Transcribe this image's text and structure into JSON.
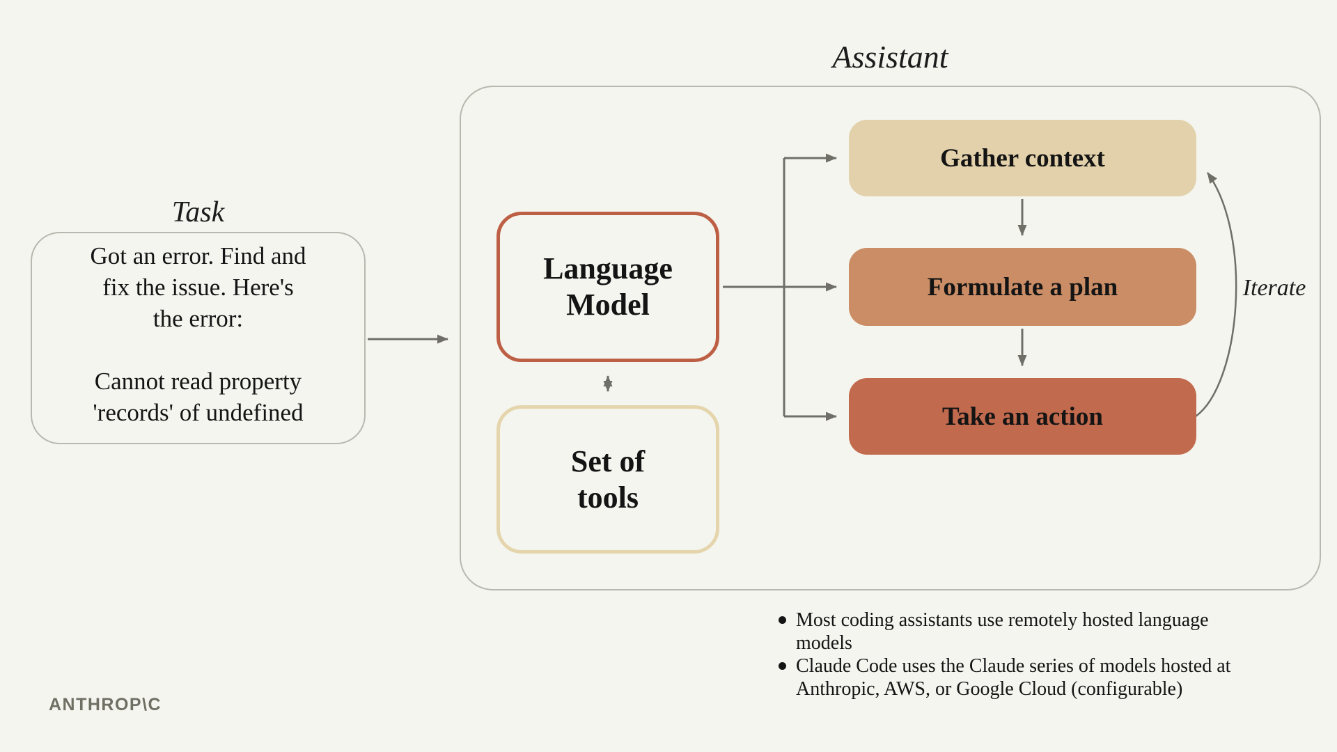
{
  "page": {
    "background": "#f4f5ef",
    "logo_text": "ANTHROP\\C"
  },
  "task": {
    "title": "Task",
    "body": "Got an error. Find and\nfix the issue. Here's\nthe error:\n\nCannot read property\n'records' of undefined"
  },
  "assistant": {
    "title": "Assistant",
    "language_model": {
      "label": "Language\nModel",
      "border_color": "#bd5f44"
    },
    "set_of_tools": {
      "label": "Set of\ntools",
      "border_color": "#e5d5ad"
    },
    "steps": [
      {
        "label": "Gather context",
        "fill": "#e2d1aa"
      },
      {
        "label": "Formulate a plan",
        "fill": "#ca8d66"
      },
      {
        "label": "Take an action",
        "fill": "#c16a4d"
      }
    ],
    "iterate_label": "Iterate"
  },
  "notes": {
    "bullets": [
      "Most coding assistants use remotely hosted language\nmodels",
      "Claude Code uses the Claude series of models hosted at\nAnthropic, AWS, or Google Cloud (configurable)"
    ]
  },
  "colors": {
    "arrow": "#6f6f68",
    "container_border": "#b8b8ae",
    "text": "#141414"
  }
}
